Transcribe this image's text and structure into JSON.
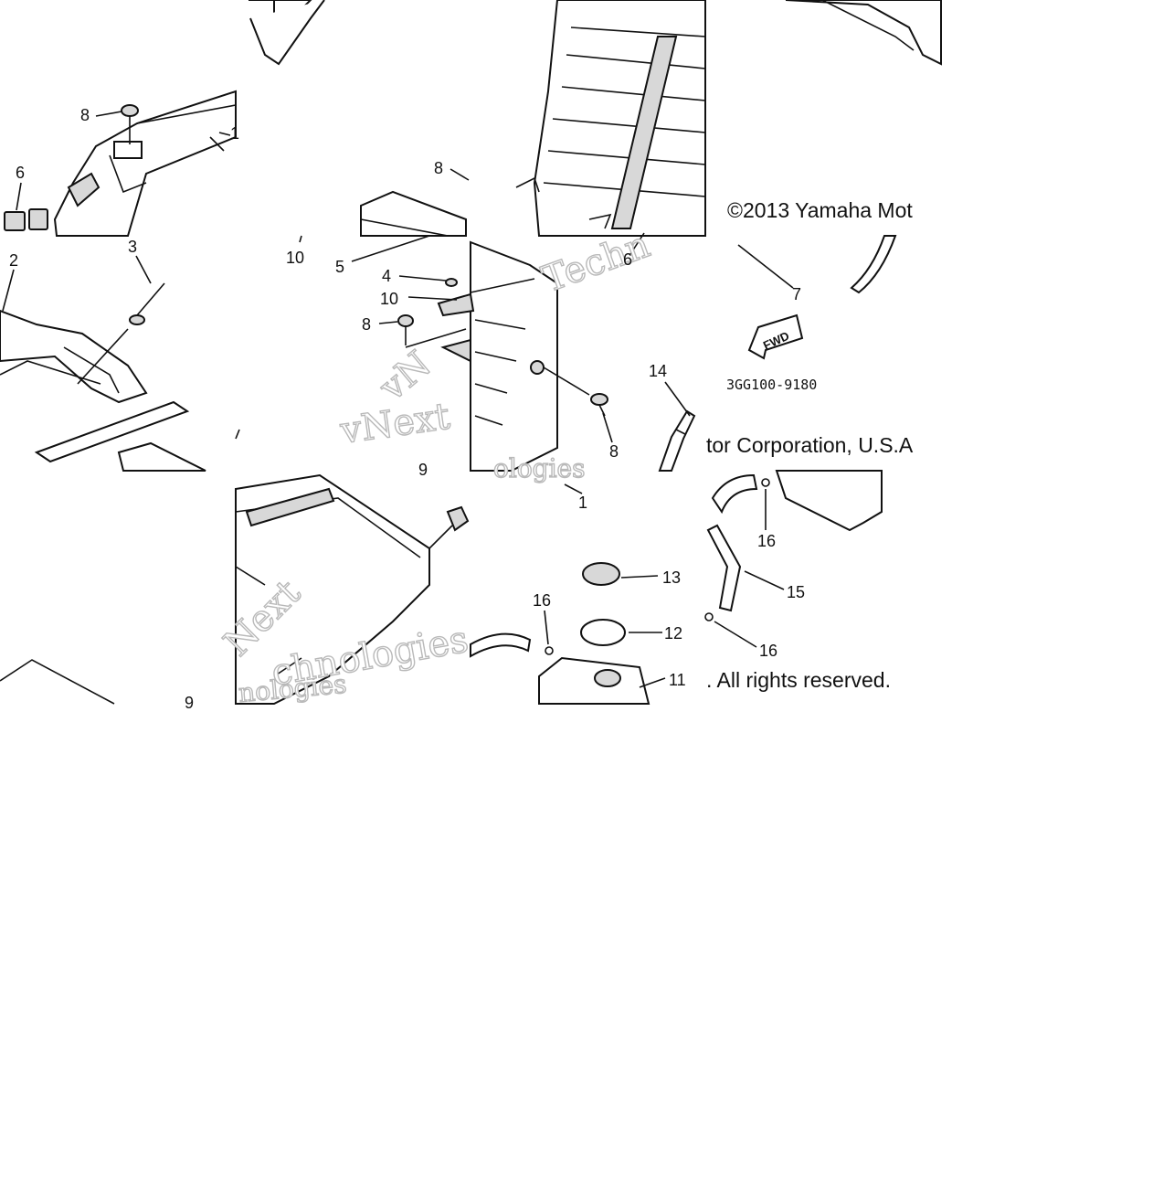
{
  "callouts": {
    "c8_a": "8",
    "c6_a": "6",
    "c1_a": "1",
    "c8_b": "8",
    "c10_a": "10",
    "c5": "5",
    "c4": "4",
    "c10_b": "10",
    "c8_c": "8",
    "c2": "2",
    "c3": "3",
    "c6_b": "6",
    "c7": "7",
    "c14": "14",
    "c8_d": "8",
    "c9_a": "9",
    "c1_b": "1",
    "c13": "13",
    "c12": "12",
    "c11": "11",
    "c16_a": "16",
    "c16_b": "16",
    "c15": "15",
    "c16_c": "16",
    "c9_b": "9"
  },
  "fwd_label": "FWD",
  "diagram_code": "3GG100-9180",
  "copyright": {
    "line1": "©2013 Yamaha Mot",
    "line2": "tor Corporation, U.S.A",
    "line3": ". All rights reserved."
  },
  "watermarks": {
    "w1": "Techn",
    "w2": "vNext",
    "w3": "vN",
    "w4": "ologies",
    "w5": "Next",
    "w6": "nologies",
    "w7": "chnologies"
  }
}
